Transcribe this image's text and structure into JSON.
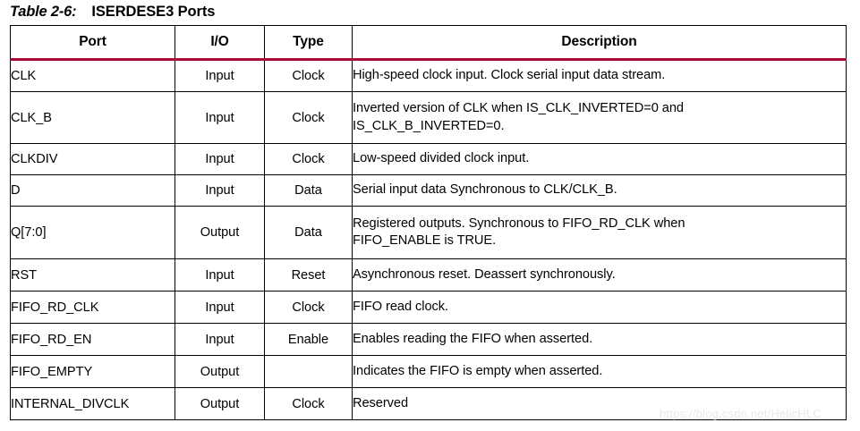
{
  "caption": {
    "label": "Table 2-6:",
    "title": "ISERDESE3 Ports"
  },
  "theme": {
    "accent": "#AB0A37",
    "border": "#000000",
    "text": "#000000",
    "background": "#FFFFFF",
    "watermark_color": "#E8E8E8"
  },
  "table": {
    "columns": [
      {
        "key": "port",
        "label": "Port"
      },
      {
        "key": "io",
        "label": "I/O"
      },
      {
        "key": "type",
        "label": "Type"
      },
      {
        "key": "description",
        "label": "Description"
      }
    ],
    "rows": [
      {
        "port": "CLK",
        "io": "Input",
        "type": "Clock",
        "description_lines": [
          "High-speed clock input. Clock serial input data stream."
        ]
      },
      {
        "port": "CLK_B",
        "io": "Input",
        "type": "Clock",
        "description_lines": [
          "Inverted version of CLK when IS_CLK_INVERTED=0 and",
          "IS_CLK_B_INVERTED=0."
        ]
      },
      {
        "port": "CLKDIV",
        "io": "Input",
        "type": "Clock",
        "description_lines": [
          "Low-speed divided clock input."
        ]
      },
      {
        "port": "D",
        "io": "Input",
        "type": "Data",
        "description_lines": [
          "Serial input data Synchronous to CLK/CLK_B."
        ]
      },
      {
        "port": "Q[7:0]",
        "io": "Output",
        "type": "Data",
        "description_lines": [
          "Registered outputs. Synchronous to FIFO_RD_CLK when",
          "FIFO_ENABLE is TRUE."
        ]
      },
      {
        "port": "RST",
        "io": "Input",
        "type": "Reset",
        "description_lines": [
          "Asynchronous reset. Deassert synchronously."
        ]
      },
      {
        "port": "FIFO_RD_CLK",
        "io": "Input",
        "type": "Clock",
        "description_lines": [
          "FIFO read clock."
        ]
      },
      {
        "port": "FIFO_RD_EN",
        "io": "Input",
        "type": "Enable",
        "description_lines": [
          "Enables reading the FIFO when asserted."
        ]
      },
      {
        "port": "FIFO_EMPTY",
        "io": "Output",
        "type": "",
        "description_lines": [
          "Indicates the FIFO is empty when asserted."
        ]
      },
      {
        "port": "INTERNAL_DIVCLK",
        "io": "Output",
        "type": "Clock",
        "description_lines": [
          "Reserved"
        ]
      }
    ]
  },
  "watermark": {
    "text": "https://blog.csdn.net/HelicHLC"
  }
}
